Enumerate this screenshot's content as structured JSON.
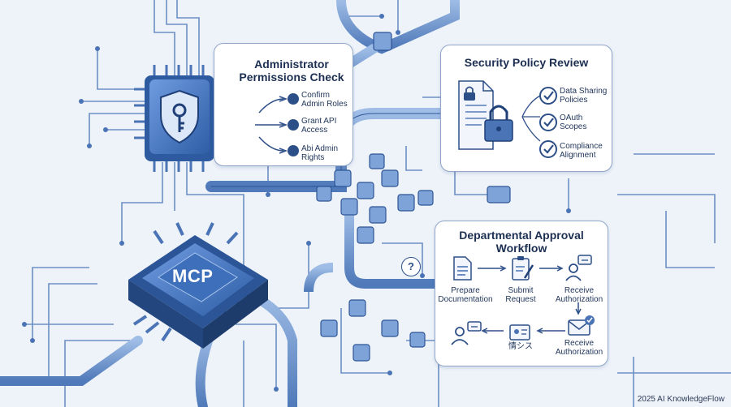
{
  "admin_panel": {
    "title_line1": "Administrator",
    "title_line2": "Permissions Check",
    "items": [
      {
        "line1": "Confirm",
        "line2": "Admin Roles"
      },
      {
        "line1": "Grant API",
        "line2": "Access"
      },
      {
        "line1": "Abi Admin",
        "line2": "Rights"
      }
    ]
  },
  "security_panel": {
    "title": "Security Policy Review",
    "items": [
      {
        "line1": "Data Sharing",
        "line2": "Policies"
      },
      {
        "line1": "OAuth",
        "line2": "Scopes"
      },
      {
        "line1": "Compliance",
        "line2": "Alignment"
      }
    ]
  },
  "workflow_panel": {
    "title_line1": "Departmental Approval",
    "title_line2": "Workflow",
    "steps": [
      {
        "line1": "Prepare",
        "line2": "Documentation"
      },
      {
        "line1": "Submit",
        "line2": "Request"
      },
      {
        "line1": "Receive",
        "line2": "Authorization"
      },
      {
        "line1": "Receive",
        "line2": "Authorization"
      },
      {
        "line1": "情シス",
        "line2": ""
      }
    ]
  },
  "chip": {
    "label": "MCP"
  },
  "question_mark": "?",
  "footer": "2025 AI KnowledgeFlow",
  "colors": {
    "accent": "#3f6db3",
    "dark": "#1c2f52",
    "pipe": "#5a86c6",
    "background": "#eef3fa"
  }
}
